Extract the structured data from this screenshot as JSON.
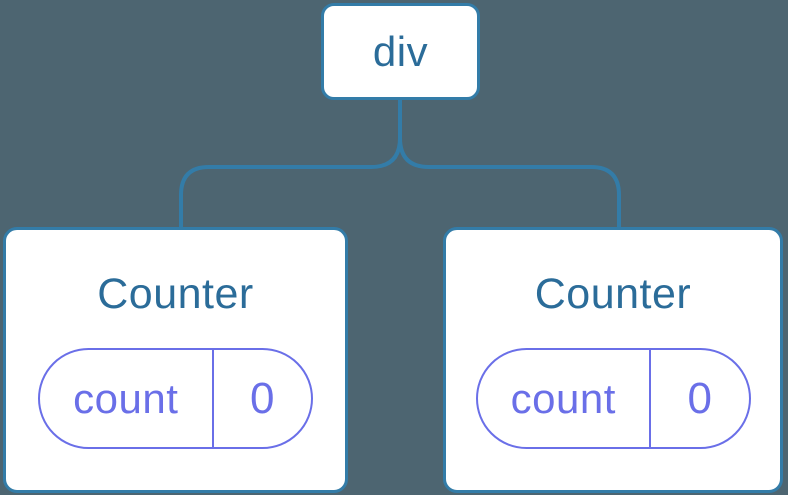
{
  "diagram": {
    "description": "Component tree diagram: a root div element with two Counter component children, each holding a count state of 0"
  },
  "tree": {
    "root": {
      "label": "div"
    },
    "children": [
      {
        "label": "Counter",
        "state": {
          "key": "count",
          "value": "0"
        }
      },
      {
        "label": "Counter",
        "state": {
          "key": "count",
          "value": "0"
        }
      }
    ]
  },
  "colors": {
    "background": "#4D6571",
    "node_fill": "#FFFFFF",
    "node_border": "#337CA8",
    "connector_line": "#337CA8",
    "node_text": "#2B6C99",
    "state_accent": "#6A6FE8"
  }
}
